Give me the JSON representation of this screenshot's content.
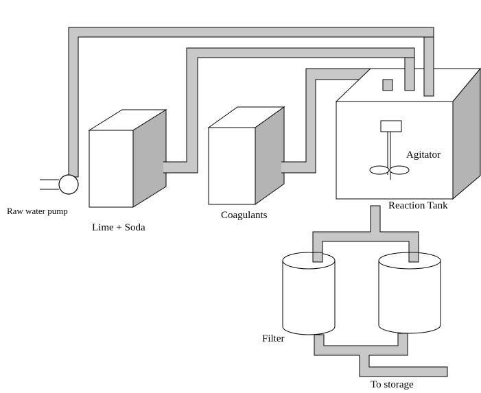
{
  "labels": {
    "pump": "Raw water pump",
    "lime_soda": "Lime + Soda",
    "coagulants": "Coagulants",
    "agitator": "Agitator",
    "reaction_tank": "Reaction Tank",
    "filter": "Filter",
    "to_storage": "To storage"
  },
  "colors": {
    "pipe_fill": "#c8c8c8",
    "pipe_outline": "#000000",
    "box_side": "#b4b4b4",
    "box_face": "#ffffff"
  }
}
